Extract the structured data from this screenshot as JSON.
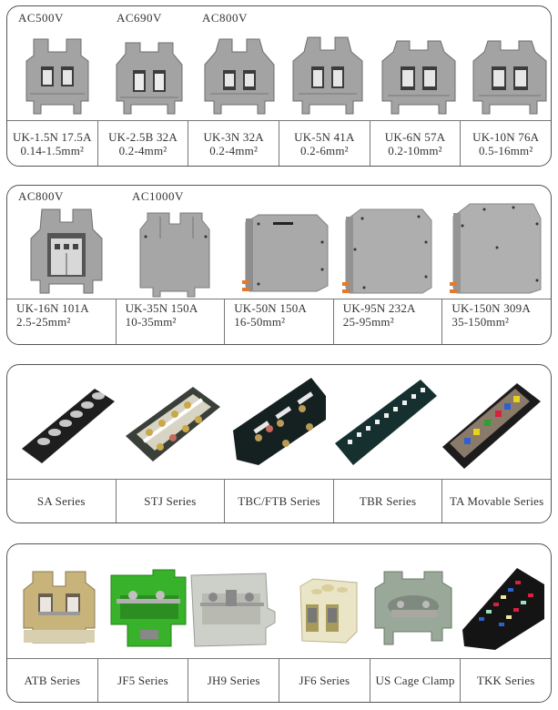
{
  "panels": [
    {
      "id": "uk-small",
      "voltages": [
        {
          "label": "AC500V"
        },
        {
          "label": "AC690V"
        },
        {
          "label": "AC800V"
        }
      ],
      "products": [
        {
          "model": "UK-1.5N 17.5A",
          "range": "0.14-1.5mm²",
          "color": "#9a9a9a"
        },
        {
          "model": "UK-2.5B 32A",
          "range": "0.2-4mm²",
          "color": "#9a9a9a"
        },
        {
          "model": "UK-3N 32A",
          "range": "0.2-4mm²",
          "color": "#9a9a9a"
        },
        {
          "model": "UK-5N 41A",
          "range": "0.2-6mm²",
          "color": "#9a9a9a"
        },
        {
          "model": "UK-6N  57A",
          "range": "0.2-10mm²",
          "color": "#9a9a9a"
        },
        {
          "model": "UK-10N 76A",
          "range": "0.5-16mm²",
          "color": "#9a9a9a"
        }
      ]
    },
    {
      "id": "uk-large",
      "voltages": [
        {
          "label": "AC800V"
        },
        {
          "label": "AC1000V"
        }
      ],
      "products": [
        {
          "model": "UK-16N 101A",
          "range": "2.5-25mm²"
        },
        {
          "model": "UK-35N 150A",
          "range": "10-35mm²"
        },
        {
          "model": "UK-50N 150A",
          "range": "16-50mm²"
        },
        {
          "model": "UK-95N 232A",
          "range": "25-95mm²"
        },
        {
          "model": "UK-150N 309A",
          "range": "35-150mm²"
        }
      ]
    },
    {
      "id": "barrier-series",
      "products": [
        {
          "name": "SA Series"
        },
        {
          "name": "STJ Series"
        },
        {
          "name": "TBC/FTB Series"
        },
        {
          "name": "TBR Series"
        },
        {
          "name": "TA Movable Series"
        }
      ]
    },
    {
      "id": "other-series",
      "products": [
        {
          "name": "ATB Series",
          "color": "#c8b98a"
        },
        {
          "name": "JF5 Series",
          "color": "#3fae2a"
        },
        {
          "name": "JH9 Series",
          "color": "#c9cbc5"
        },
        {
          "name": "JF6 Series",
          "color": "#e8e2c2"
        },
        {
          "name": "US Cage Clamp",
          "color": "#9aa79a"
        },
        {
          "name": "TKK Series",
          "color": "#1a1a1a"
        }
      ]
    }
  ]
}
